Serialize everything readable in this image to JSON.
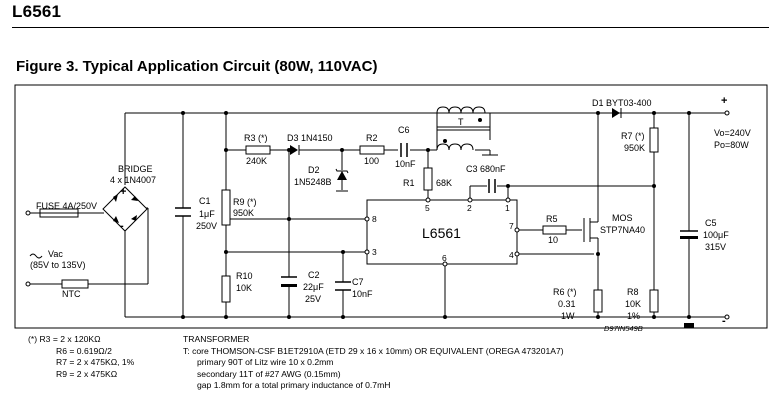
{
  "header": {
    "part_number": "L6561"
  },
  "figure": {
    "title": "Figure 3. Typical Application Circuit (80W, 110VAC)"
  },
  "components": {
    "fuse": "FUSE 4A/250V",
    "bridge_title": "BRIDGE",
    "bridge_part": "4 x 1N4007",
    "vac_title": "Vac",
    "vac_range": "(85V to 135V)",
    "ntc": "NTC",
    "c1_ref": "C1",
    "c1_val": "1μF",
    "c1_volt": "250V",
    "r3_ref": "R3 (*)",
    "r3_val": "240K",
    "r9_ref": "R9 (*)",
    "r9_val": "950K",
    "r10_ref": "R10",
    "r10_val": "10K",
    "d3": "D3 1N4150",
    "d2_ref": "D2",
    "d2_part": "1N5248B",
    "r2_ref": "R2",
    "r2_val": "100",
    "c6_ref": "C6",
    "c6_val": "10nF",
    "t_ref": "T",
    "r1_ref": "R1",
    "r1_val": "68K",
    "c3": "C3 680nF",
    "c2_ref": "C2",
    "c2_val": "22μF",
    "c2_volt": "25V",
    "c7_ref": "C7",
    "c7_val": "10nF",
    "ic_name": "L6561",
    "r5_ref": "R5",
    "r5_val": "10",
    "mos_ref": "MOS",
    "mos_part": "STP7NA40",
    "r6_ref": "R6 (*)",
    "r6_val": "0.31",
    "r6_watt": "1W",
    "d1": "D1 BYT03-400",
    "r7_ref": "R7 (*)",
    "r7_val": "950K",
    "r8_ref": "R8",
    "r8_val": "10K",
    "r8_tol": "1%",
    "c5_ref": "C5",
    "c5_val": "100μF",
    "c5_volt": "315V",
    "vo": "Vo=240V",
    "po": "Po=80W",
    "plus": "+",
    "minus": "-",
    "drawing_ref": "D97IN549B"
  },
  "pins": {
    "p1": "1",
    "p2": "2",
    "p3": "3",
    "p4": "4",
    "p5": "5",
    "p6": "6",
    "p7": "7",
    "p8": "8"
  },
  "notes": [
    "(*) R3 = 2 x 120KΩ",
    "R6 = 0.619Ω/2",
    "R7 = 2 x 475KΩ, 1%",
    "R9 = 2 x 475KΩ"
  ],
  "transformer": {
    "heading": "TRANSFORMER",
    "lines": [
      "T:  core THOMSON-CSF B1ET2910A (ETD 29 x 16 x 10mm) OR EQUIVALENT (OREGA 473201A7)",
      "primary 90T of Litz wire 10 x 0.2mm",
      "secondary 11T of #27 AWG (0.15mm)",
      "gap 1.8mm for a total primary inductance of 0.7mH"
    ]
  }
}
